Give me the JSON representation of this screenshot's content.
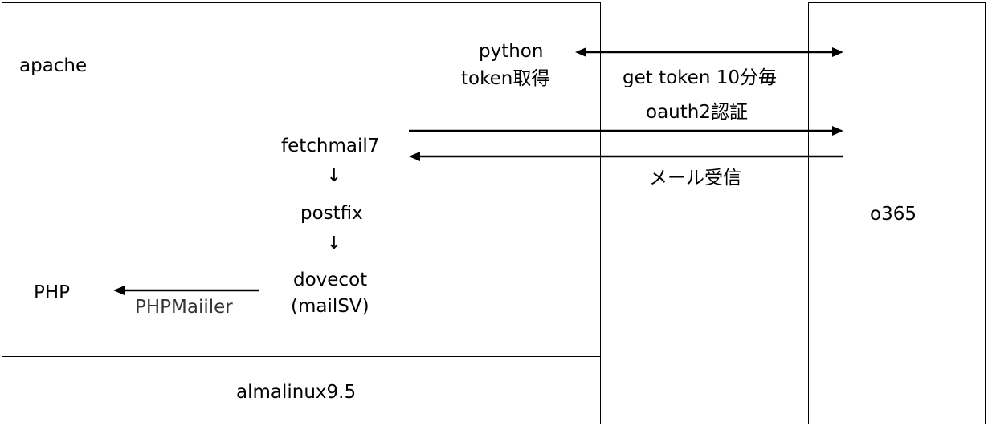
{
  "server": {
    "web_label": "apache",
    "os_label": "almalinux9.5",
    "python_label": "python",
    "token_label": "token取得",
    "fetchmail_label": "fetchmail7",
    "flow_arrow_1": "↓",
    "postfix_label": "postfix",
    "flow_arrow_2": "↓",
    "dovecot_label": "dovecot",
    "mailsv_label": "(mailSV)",
    "php_label": "PHP",
    "phpmailer_label": "PHPMaiiler"
  },
  "cloud": {
    "label": "o365"
  },
  "connections": {
    "get_token_label": "get token 10分毎",
    "oauth_label": "oauth2認証",
    "receive_label": "メール受信"
  },
  "colors": {
    "line": "#000000",
    "background": "#ffffff",
    "muted_text": "#333333"
  }
}
